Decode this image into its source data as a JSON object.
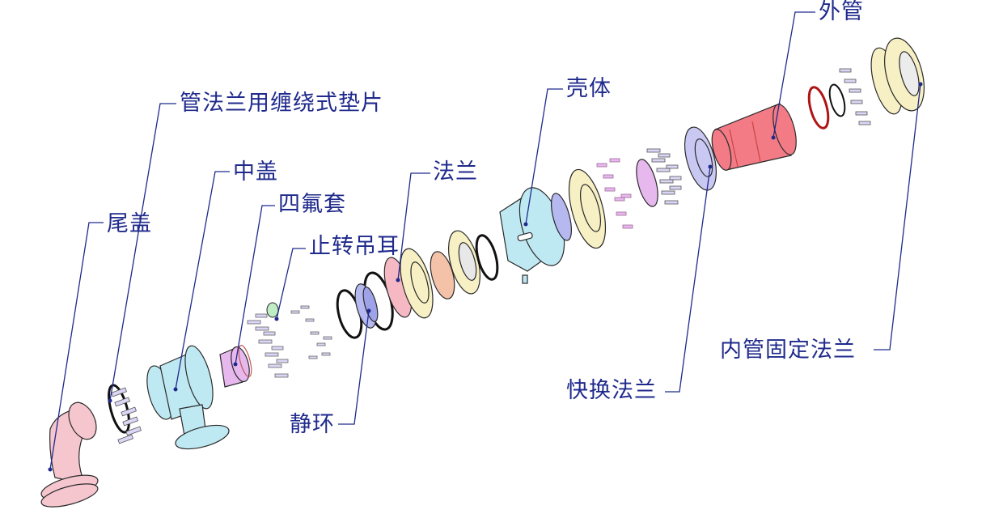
{
  "labels": {
    "outer_pipe": "外管",
    "spiral_gasket": "管法兰用缠绕式垫片",
    "housing": "壳体",
    "flange": "法兰",
    "middle_cover": "中盖",
    "ptfe_sleeve": "四氟套",
    "anti_rotation_lug": "止转吊耳",
    "tail_cover": "尾盖",
    "inner_pipe_fixing_flange": "内管固定法兰",
    "quick_change_flange": "快换法兰",
    "static_ring": "静环"
  },
  "colors": {
    "leader": "#1f2a8c",
    "label_text": "#1f2a8c",
    "outline": "#2a2a2a",
    "tail_cover": "#f6c6cf",
    "middle_cover": "#bfe9f2",
    "ptfe_sleeve": "#e6b8ee",
    "static_ring": "#b6b9f0",
    "flange_yellow": "#f7f0c4",
    "flange_pink": "#f6b9c4",
    "housing": "#bfe9f2",
    "outer_pipe": "#f27b86",
    "bolts": "#dcd6f6",
    "anti_rotation_lug": "#bfeec4",
    "quick_change_flange": "#c9c8f3"
  }
}
